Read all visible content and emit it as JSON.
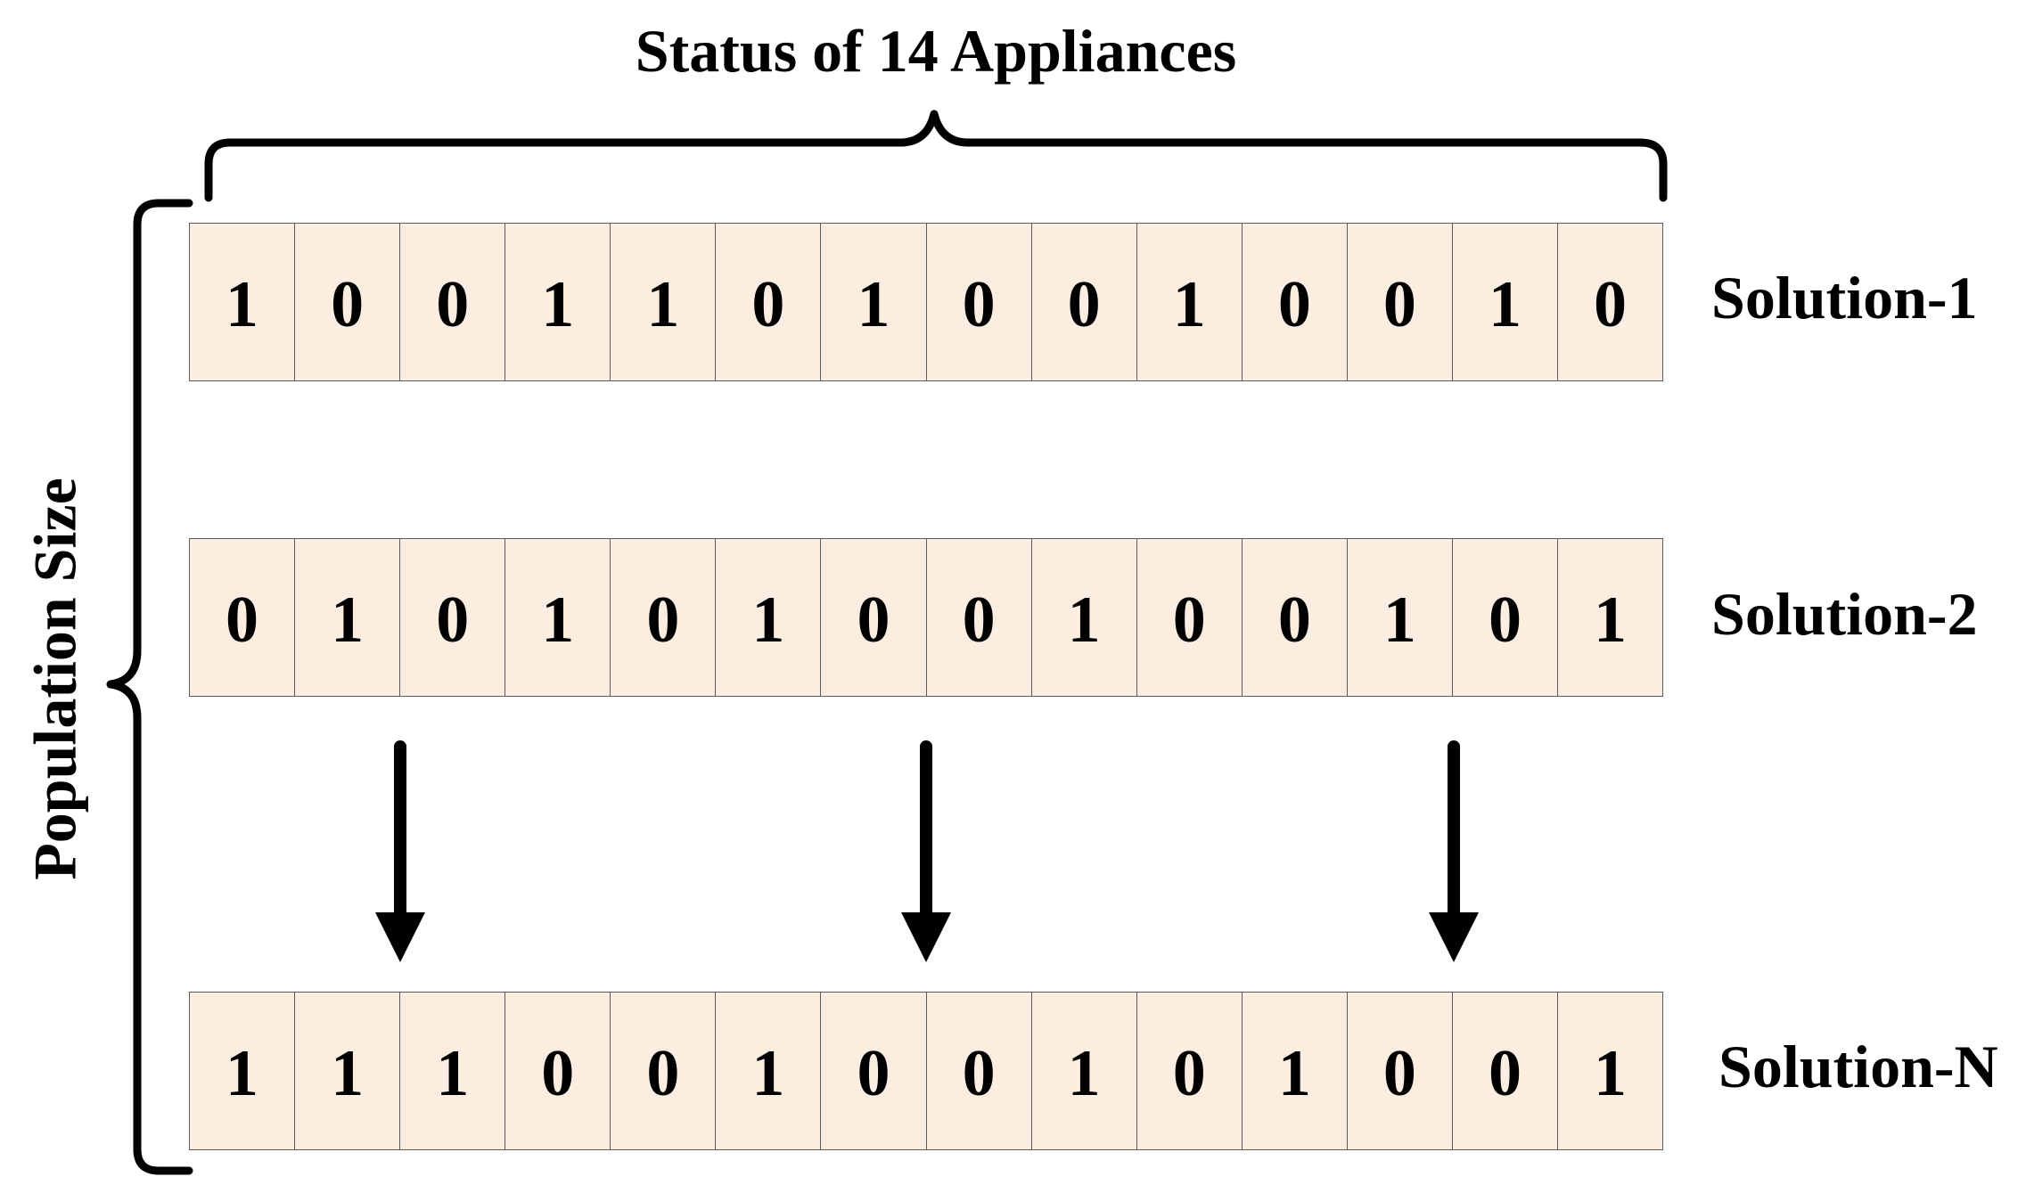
{
  "title": "Status of 14 Appliances",
  "side_label": "Population Size",
  "rows": [
    {
      "label": "Solution-1",
      "bits": [
        "1",
        "0",
        "0",
        "1",
        "1",
        "0",
        "1",
        "0",
        "0",
        "1",
        "0",
        "0",
        "1",
        "0"
      ]
    },
    {
      "label": "Solution-2",
      "bits": [
        "0",
        "1",
        "0",
        "1",
        "0",
        "1",
        "0",
        "0",
        "1",
        "0",
        "0",
        "1",
        "0",
        "1"
      ]
    },
    {
      "label": "Solution-N",
      "bits": [
        "1",
        "1",
        "1",
        "0",
        "0",
        "1",
        "0",
        "0",
        "1",
        "0",
        "1",
        "0",
        "0",
        "1"
      ]
    }
  ],
  "colors": {
    "cell_fill": "#fcede1",
    "cell_border": "#5a5a5a",
    "ink": "#000000"
  }
}
